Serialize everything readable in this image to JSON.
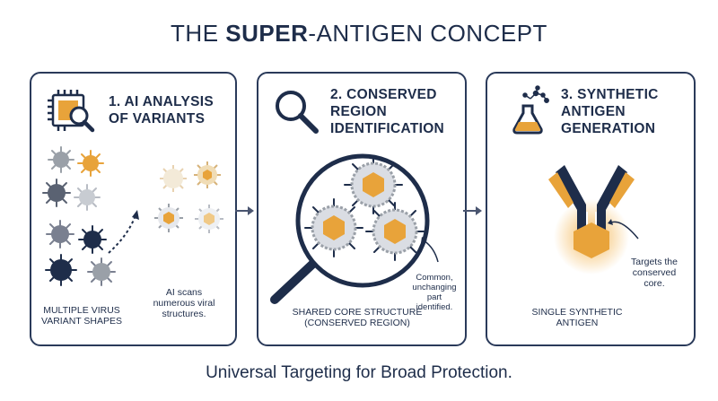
{
  "title_prefix": "THE ",
  "title_bold": "SUPER",
  "title_suffix": "-ANTIGEN CONCEPT",
  "colors": {
    "navy": "#1e2d4a",
    "orange": "#e8a33a",
    "gray": "#9aa0a8"
  },
  "panel1": {
    "heading_line1": "1. AI ANALYSIS",
    "heading_line2": "OF VARIANTS",
    "icon": "ai-chip-magnifier-icon",
    "caption_left_line1": "MULTIPLE VIRUS",
    "caption_left_line2": "VARIANT SHAPES",
    "caption_right_line1": "AI scans",
    "caption_right_line2": "numerous viral",
    "caption_right_line3": "structures."
  },
  "panel2": {
    "heading_line1": "2. CONSERVED",
    "heading_line2": "REGION",
    "heading_line3": "IDENTIFICATION",
    "icon": "magnifier-icon",
    "annotation_line1": "Common,",
    "annotation_line2": "unchanging",
    "annotation_line3": "part",
    "annotation_line4": "identified.",
    "caption_line1": "SHARED CORE STRUCTURE",
    "caption_line2": "(CONSERVED REGION)"
  },
  "panel3": {
    "heading_line1": "3. SYNTHETIC",
    "heading_line2": "ANTIGEN",
    "heading_line3": "GENERATION",
    "icon": "flask-molecule-icon",
    "annotation_line1": "Targets the",
    "annotation_line2": "conserved",
    "annotation_line3": "core.",
    "caption_line1": "SINGLE SYNTHETIC",
    "caption_line2": "ANTIGEN"
  },
  "footer": "Universal Targeting for Broad Protection."
}
